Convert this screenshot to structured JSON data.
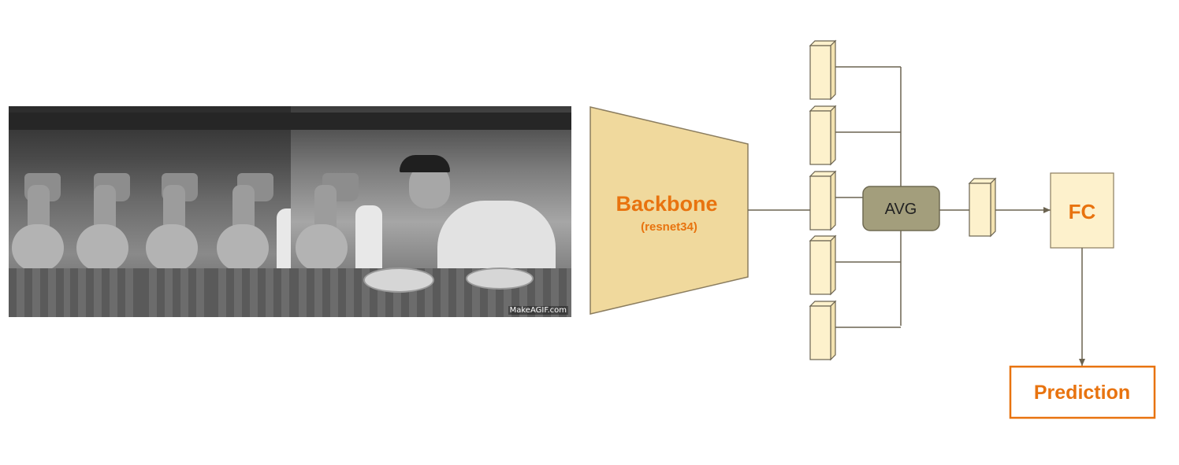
{
  "backbone": {
    "title": "Backbone",
    "subtitle": "(resnet34)"
  },
  "avg": {
    "label": "AVG"
  },
  "fc": {
    "label": "FC"
  },
  "prediction": {
    "label": "Prediction"
  },
  "video": {
    "watermark": "MakeAGIF.com",
    "frame_count": 5
  },
  "feature_vectors": {
    "count": 5
  },
  "colors": {
    "accent_orange": "#e8730f",
    "backbone_fill": "#f0d99d",
    "backbone_stroke": "#8b7d5f",
    "avg_fill": "#a39e7c",
    "avg_stroke": "#6f6a52",
    "vector_fill": "#fdf1cc",
    "line": "#6b6350",
    "prediction_fill": "#ffffff"
  },
  "icons": {
    "frames_strip": "video-frames-image",
    "feature": "feature-cube-icon"
  }
}
